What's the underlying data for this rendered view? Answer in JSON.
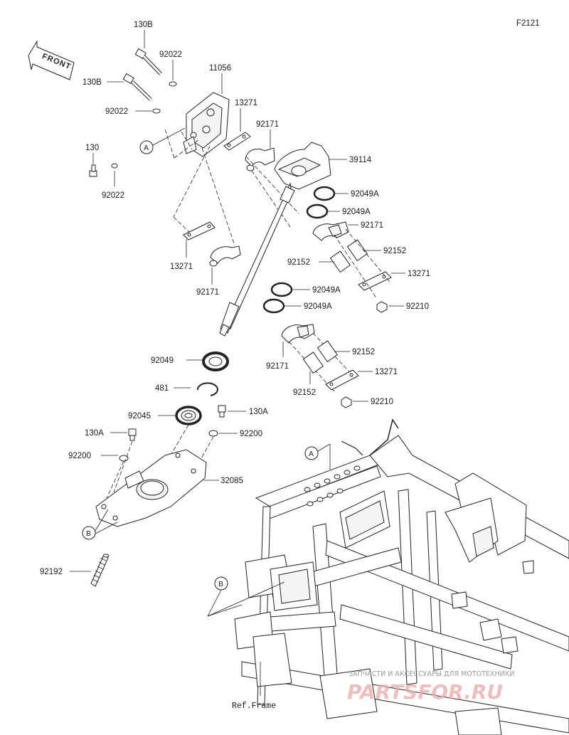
{
  "figure_code": "F2121",
  "front_label": "FRONT",
  "ref_label": "Ref.Frame",
  "watermark": {
    "line1": "ЗАПЧАСТИ И АКСЕССУАРЫ ДЛЯ МОТОТЕХНИКИ",
    "line2": "PARTSFOR.RU"
  },
  "callouts": {
    "a_top": "A",
    "a_frame": "A",
    "b_plate": "B",
    "b_frame": "B"
  },
  "labels": {
    "p130b_top": "130B",
    "p92022_a": "92022",
    "p11056": "11056",
    "p130b_side": "130B",
    "p92022_b": "92022",
    "p13271_a": "13271",
    "p92171_a": "92171",
    "p130": "130",
    "p92022_c": "92022",
    "p39114": "39114",
    "p92049a_1": "92049A",
    "p92049a_2": "92049A",
    "p92171_b": "92171",
    "p13271_b": "13271",
    "p92152_a": "92152",
    "p92152_b": "92152",
    "p13271_c": "13271",
    "p92171_c": "92171",
    "p92049a_3": "92049A",
    "p92049a_4": "92049A",
    "p92210_a": "92210",
    "p92049": "92049",
    "p92152_c": "92152",
    "p92171_d": "92171",
    "p13271_d": "13271",
    "p481": "481",
    "p92152_d": "92152",
    "p92210_b": "92210",
    "p92045": "92045",
    "p130a_right": "130A",
    "p130a_left": "130A",
    "p92200_right": "92200",
    "p92200_left": "92200",
    "p32085": "32085",
    "p92192": "92192"
  }
}
